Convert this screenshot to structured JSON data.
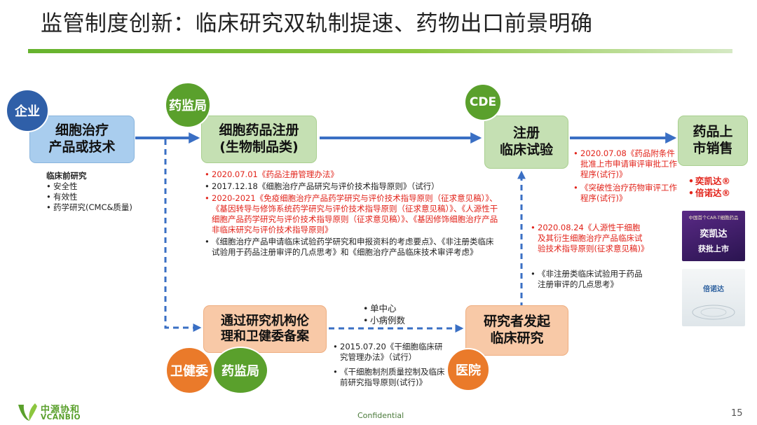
{
  "title": "监管制度创新：临床研究双轨制提速、药物出口前景明确",
  "nodes": {
    "enterprise_box": [
      "细胞治疗",
      "产品或技术"
    ],
    "drug_reg_box": [
      "细胞药品注册",
      "(生物制品类)"
    ],
    "clinical_trial_box": [
      "注册",
      "临床试验"
    ],
    "market_box": [
      "药品上",
      "市销售"
    ],
    "ethics_box": [
      "通过研究机构伦",
      "理和卫健委备案"
    ],
    "investigator_box": [
      "研究者发起",
      "临床研究"
    ]
  },
  "badges": {
    "enterprise": "企业",
    "nmpa_top": "药监局",
    "cde": "CDE",
    "nhc": "卫健委",
    "nmpa_bottom": "药监局",
    "hospital": "医院"
  },
  "preclinical": {
    "heading": "临床前研究",
    "items": [
      "安全性",
      "有效性",
      "药学研究(CMC&质量)"
    ]
  },
  "drug_reg_notes": [
    {
      "text": "2020.07.01《药品注册管理办法》",
      "highlight": true
    },
    {
      "text": "2017.12.18《细胞治疗产品研究与评价技术指导原则》（试行）",
      "highlight": false
    },
    {
      "text": "2020-2021《免疫细胞治疗产品药学研究与评价技术指导原则（征求意见稿）》、《基因转导与修饰系统药学研究与评价技术指导原则（征求意见稿）》、《人源性干细胞产品药学研究与评价技术指导原则（征求意见稿）》、《基因修饰细胞治疗产品非临床研究与评价技术指导原则》",
      "highlight": true
    },
    {
      "text": "《细胞治疗产品申请临床试验药学研究和申报资料的考虑要点》、《非注册类临床试验用于药品注册审评的几点思考》和《细胞治疗产品临床技术审评考虑》",
      "highlight": false
    }
  ],
  "clinical_notes": [
    {
      "text": "2020.07.08《药品附条件批准上市申请审评审批工作程序(试行)》",
      "highlight": true
    },
    {
      "text": "《突破性治疗药物审评工作程序(试行)》",
      "highlight": true
    }
  ],
  "products": [
    "奕凯达®",
    "倍诺达®"
  ],
  "stem_cell_note": {
    "text": "2020.08.24《人源性干细胞及其衍生细胞治疗产品临床试验技术指导原则(征求意见稿)》",
    "highlight": true
  },
  "non_reg_note": {
    "text": "《非注册类临床试验用于药品注册审评的几点思考》",
    "highlight": false
  },
  "center_labels": [
    "单中心",
    "小病例数"
  ],
  "ethics_notes": [
    {
      "text": "2015.07.20《干细胞临床研究管理办法》（试行）",
      "highlight": false
    },
    {
      "text": "《干细胞制剂质量控制及临床前研究指导原则(试行)》",
      "highlight": false
    }
  ],
  "product_image_1": {
    "top_text": "中国首个CAR-T细胞药品",
    "brand": "奕凯达",
    "sub": "获批上市"
  },
  "product_image_2": {
    "brand": "倍诺达"
  },
  "footer": {
    "confidential": "Confidential",
    "page_number": "15",
    "logo_cn": "中源协和",
    "logo_en": "VCANBIO"
  },
  "colors": {
    "arrow_blue": "#3a6fc4",
    "red_text": "#e2231a",
    "accent_green": "#5aa02c"
  }
}
